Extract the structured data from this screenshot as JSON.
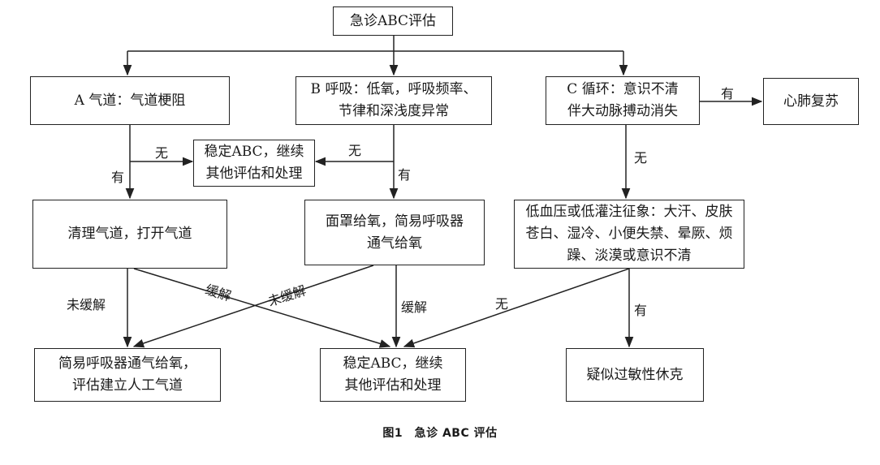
{
  "nodes": {
    "top": "急诊ABC评估",
    "airway": "A 气道：气道梗阻",
    "breathing": "B 呼吸：低氧，呼吸频率、\n节律和深浅度异常",
    "circulation": "C 循环：意识不清\n伴大动脉搏动消失",
    "cpr": "心肺复苏",
    "stable_mid": "稳定ABC，继续\n其他评估和处理",
    "clear_airway": "清理气道，打开气道",
    "mask_oxygen": "面罩给氧，简易呼吸器\n通气给氧",
    "hypotension": "低血压或低灌注征象：大汗、皮肤\n苍白、湿冷、小便失禁、晕厥、烦\n躁、淡漠或意识不清",
    "bag_airway": "简易呼吸器通气给氧，\n评估建立人工气道",
    "stable_bottom": "稳定ABC，继续\n其他评估和处理",
    "anaphylaxis": "疑似过敏性休克"
  },
  "labels": {
    "a_no": "无",
    "a_yes": "有",
    "b_no": "无",
    "b_yes": "有",
    "c_yes": "有",
    "c_no": "无",
    "unrelieved_left": "未缓解",
    "relieved_cross": "缓解",
    "unrelieved_cross": "未缓解",
    "relieved_mid": "缓解",
    "hypo_no": "无",
    "hypo_yes": "有"
  },
  "caption": "图1　急诊 ABC 评估"
}
